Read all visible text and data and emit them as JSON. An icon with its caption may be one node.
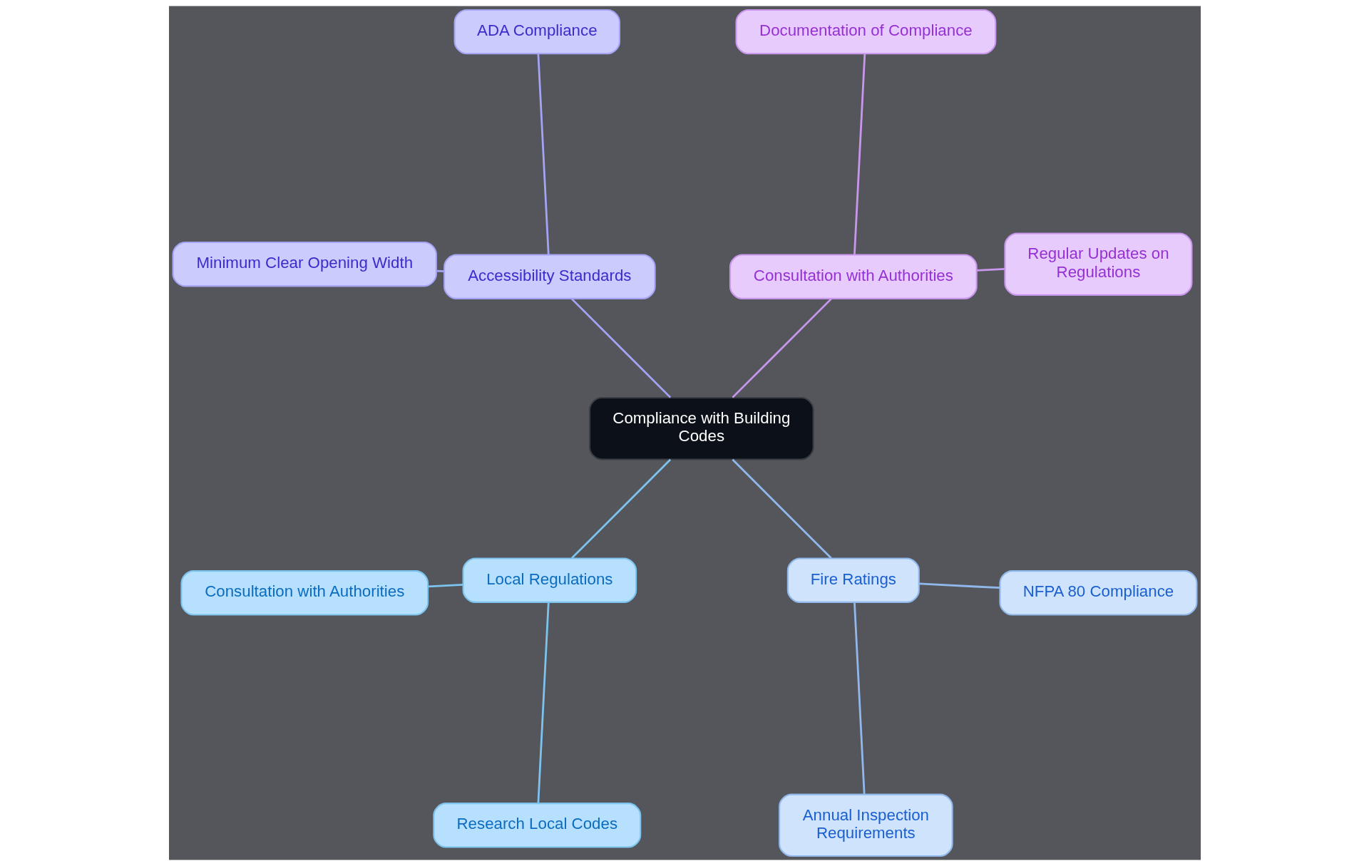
{
  "diagram": {
    "nodes": [
      {
        "text": [
          "Compliance with Building Codes"
        ]
      },
      {
        "text": [
          "Consultation with Authorities"
        ]
      },
      {
        "text": [
          "Regular Updates on Regulations"
        ]
      },
      {
        "text": [
          "Documentation of Compliance"
        ]
      },
      {
        "text": [
          "Accessibility Standards"
        ]
      },
      {
        "text": [
          "ADA Compliance"
        ]
      },
      {
        "text": [
          "Minimum Clear Opening Width"
        ]
      },
      {
        "text": [
          "Local Regulations"
        ]
      },
      {
        "text": [
          "Consultation with Authorities"
        ]
      },
      {
        "text": [
          "Research Local Codes"
        ]
      },
      {
        "text": [
          "Fire Ratings"
        ]
      },
      {
        "text": [
          "Annual Inspection Requirements"
        ]
      },
      {
        "text": [
          "NFPA 80 Compliance"
        ]
      }
    ],
    "edges": [
      {
        "from": 0,
        "to": 1,
        "arrow": "none",
        "color": "#c996ee"
      },
      {
        "from": 1,
        "to": 2,
        "arrow": "none",
        "color": "#c996ee"
      },
      {
        "from": 1,
        "to": 3,
        "arrow": "none",
        "color": "#c996ee"
      },
      {
        "from": 0,
        "to": 4,
        "arrow": "none",
        "color": "#a5a3f4"
      },
      {
        "from": 4,
        "to": 5,
        "arrow": "none",
        "color": "#a5a3f4"
      },
      {
        "from": 4,
        "to": 6,
        "arrow": "none",
        "color": "#a5a3f4"
      },
      {
        "from": 0,
        "to": 7,
        "arrow": "none",
        "color": "#7cc3ee"
      },
      {
        "from": 7,
        "to": 8,
        "arrow": "none",
        "color": "#7cc3ee"
      },
      {
        "from": 7,
        "to": 9,
        "arrow": "none",
        "color": "#7cc3ee"
      },
      {
        "from": 0,
        "to": 10,
        "arrow": "none",
        "color": "#90b8ec"
      },
      {
        "from": 10,
        "to": 11,
        "arrow": "none",
        "color": "#90b8ec"
      },
      {
        "from": 10,
        "to": 12,
        "arrow": "none",
        "color": "#90b8ec"
      }
    ]
  }
}
